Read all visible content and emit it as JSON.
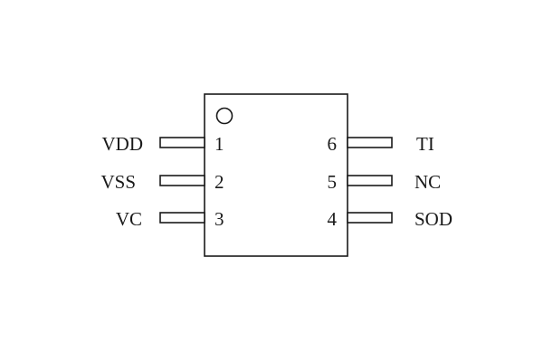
{
  "package": {
    "pin1_marker": "circle"
  },
  "pins": [
    {
      "number": "1",
      "name": "VDD",
      "side": "left"
    },
    {
      "number": "2",
      "name": "VSS",
      "side": "left"
    },
    {
      "number": "3",
      "name": "VC",
      "side": "left"
    },
    {
      "number": "6",
      "name": "TI",
      "side": "right"
    },
    {
      "number": "5",
      "name": "NC",
      "side": "right"
    },
    {
      "number": "4",
      "name": "SOD",
      "side": "right"
    }
  ],
  "colors": {
    "line": "#1a1a1a",
    "background": "#ffffff"
  }
}
